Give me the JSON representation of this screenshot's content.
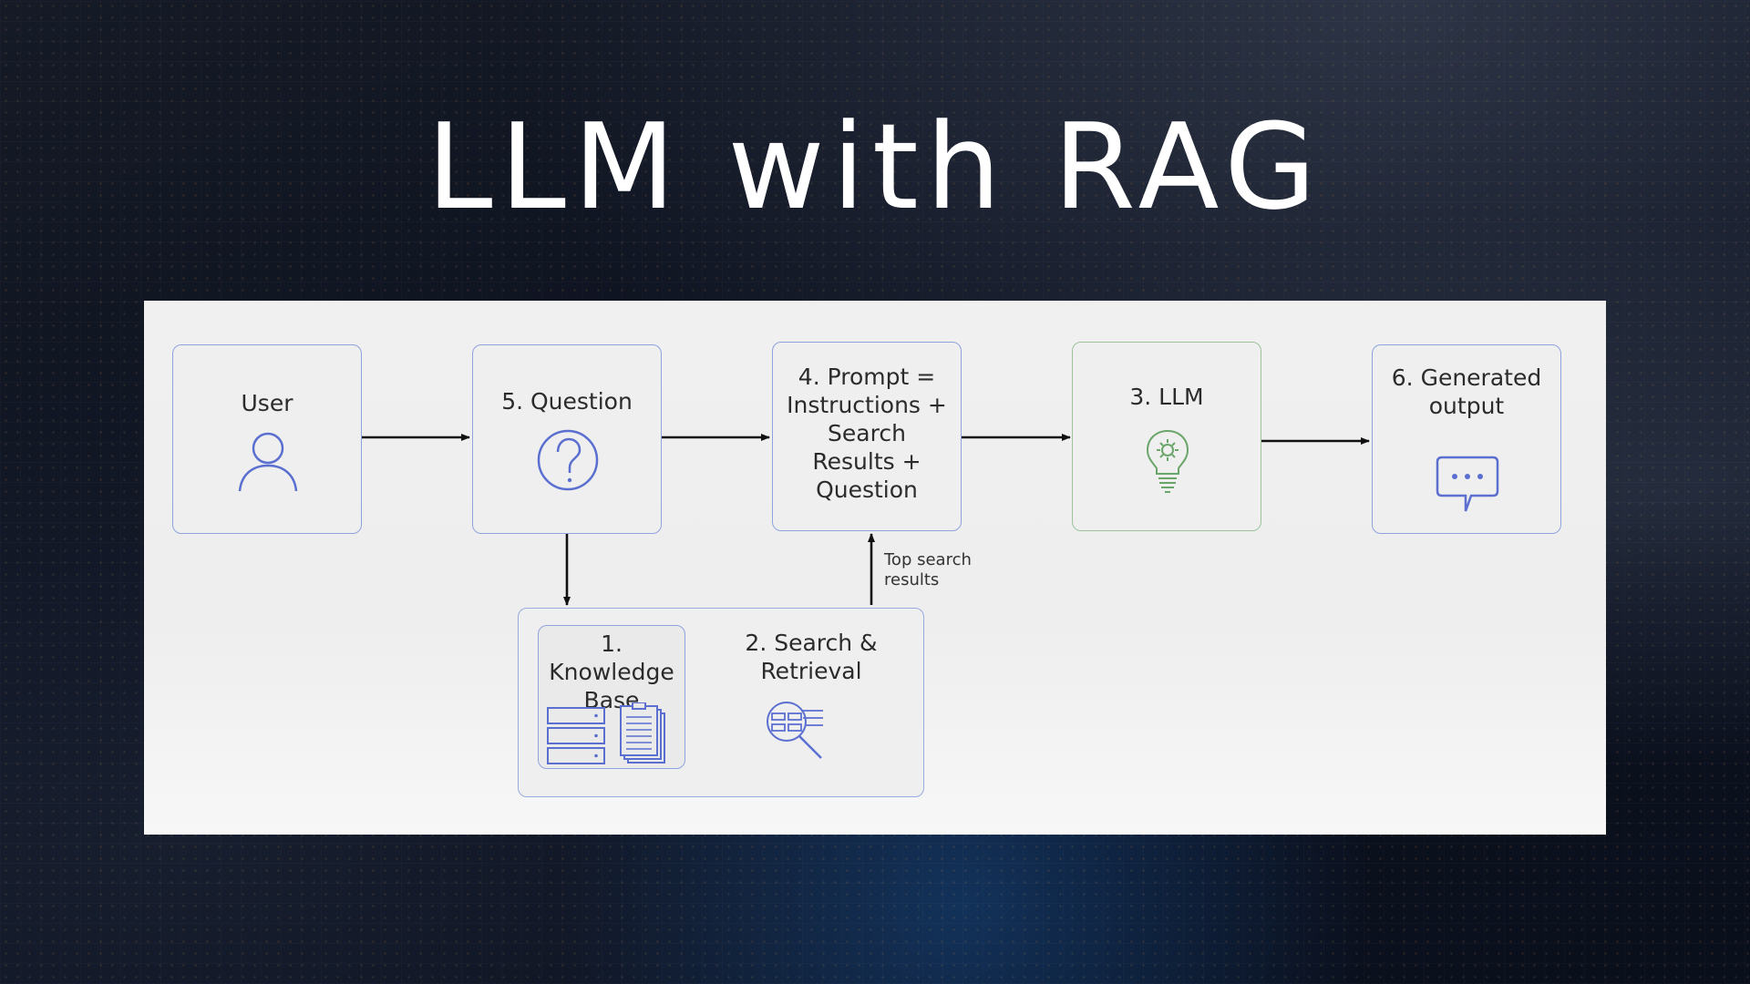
{
  "slide": {
    "title": "LLM with RAG"
  },
  "diagram": {
    "nodes": {
      "user": {
        "label": "User",
        "icon": "user-icon"
      },
      "question": {
        "label": "5. Question",
        "icon": "question-icon"
      },
      "prompt": {
        "label": "4. Prompt =\nInstructions +\nSearch\nResults +\nQuestion"
      },
      "llm": {
        "label": "3. LLM",
        "icon": "lightbulb-gear-icon"
      },
      "output": {
        "label": "6. Generated\noutput",
        "icon": "chat-bubble-icon"
      },
      "knowledge_base": {
        "label": "1. Knowledge\nBase",
        "icon": "database-documents-icon"
      },
      "search": {
        "label": "2. Search &\nRetrieval",
        "icon": "search-globe-icon"
      }
    },
    "edges": [
      {
        "from": "user",
        "to": "question"
      },
      {
        "from": "question",
        "to": "prompt"
      },
      {
        "from": "prompt",
        "to": "llm"
      },
      {
        "from": "llm",
        "to": "output"
      },
      {
        "from": "question",
        "to": "knowledge_base"
      },
      {
        "from": "search",
        "to": "prompt",
        "label": "Top search\nresults"
      }
    ],
    "colors": {
      "node_border": "#8ea2dd",
      "llm_border": "#9cc39a",
      "icon_blue": "#5b6fd0",
      "icon_green": "#6aa56a",
      "arrow": "#111111"
    }
  }
}
